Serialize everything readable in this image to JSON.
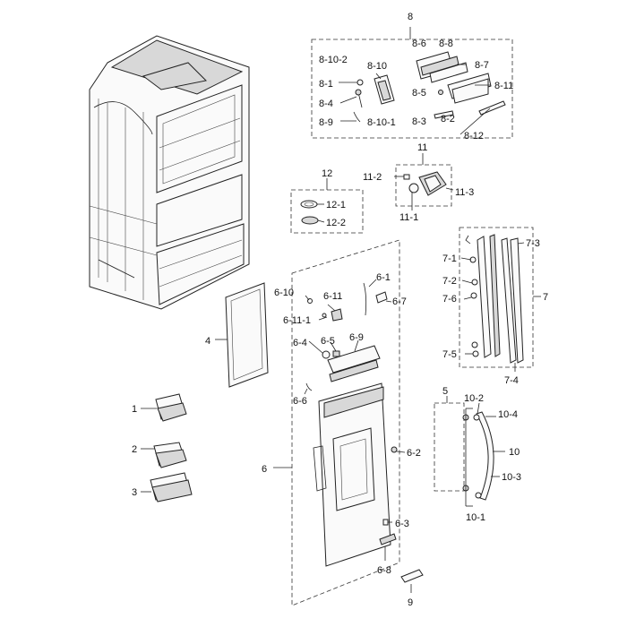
{
  "labels": {
    "l8": "8",
    "l8_6": "8-6",
    "l8_8": "8-8",
    "l8_10_2": "8-10-2",
    "l8_10": "8-10",
    "l8_7": "8-7",
    "l8_1": "8-1",
    "l8_11": "8-11",
    "l8_5": "8-5",
    "l8_4": "8-4",
    "l8_9": "8-9",
    "l8_10_1": "8-10-1",
    "l8_3": "8-3",
    "l8_2": "8-2",
    "l8_12": "8-12",
    "l11": "11",
    "l11_2": "11-2",
    "l11_3": "11-3",
    "l11_1": "11-1",
    "l12": "12",
    "l12_1": "12-1",
    "l12_2": "12-2",
    "l7_1": "7-1",
    "l7_3": "7-3",
    "l7_2": "7-2",
    "l7_6": "7-6",
    "l7": "7",
    "l7_5": "7-5",
    "l7_4": "7-4",
    "l6_1": "6-1",
    "l6_10": "6-10",
    "l6_11": "6-11",
    "l6_7": "6-7",
    "l6_11_1": "6-11-1",
    "l6_4": "6-4",
    "l6_5": "6-5",
    "l6_9": "6-9",
    "l6_6": "6-6",
    "l6": "6",
    "l6_2": "6-2",
    "l6_3": "6-3",
    "l6_8": "6-8",
    "l4": "4",
    "l1": "1",
    "l2": "2",
    "l3": "3",
    "l5": "5",
    "l10_2": "10-2",
    "l10_4": "10-4",
    "l10": "10",
    "l10_3": "10-3",
    "l10_1": "10-1",
    "l9": "9"
  }
}
